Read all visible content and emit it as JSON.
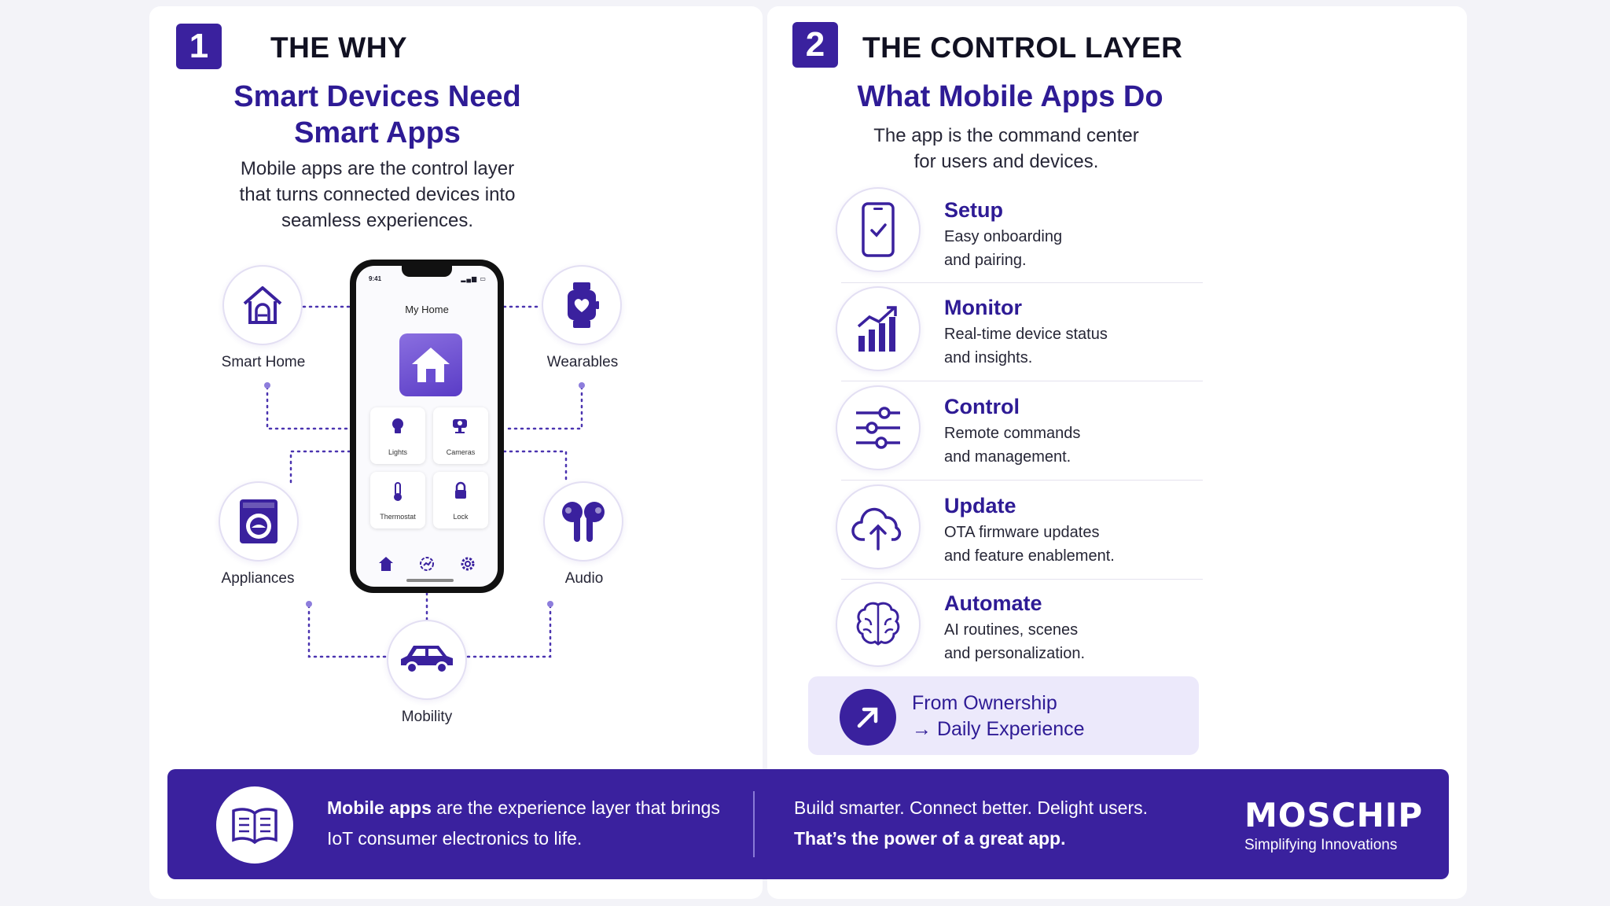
{
  "left": {
    "number": "1",
    "title": "THE WHY",
    "headline_1": "Smart Devices Need",
    "headline_2": "Smart Apps",
    "sub_1": "Mobile apps are the control layer",
    "sub_2": "that turns connected devices into",
    "sub_3": "seamless experiences.",
    "devices": [
      {
        "label": "Smart Home",
        "icon": "house-icon"
      },
      {
        "label": "Wearables",
        "icon": "smartwatch-icon"
      },
      {
        "label": "Appliances",
        "icon": "washing-machine-icon"
      },
      {
        "label": "Audio",
        "icon": "earbuds-icon"
      },
      {
        "label": "Mobility",
        "icon": "car-icon"
      }
    ],
    "phone": {
      "time": "9:41",
      "title": "My Home",
      "tiles": [
        "Lights",
        "Cameras",
        "Thermostat",
        "Lock"
      ]
    }
  },
  "right": {
    "number": "2",
    "title": "THE CONTROL LAYER",
    "headline": "What Mobile Apps Do",
    "sub_1": "The app is the command center",
    "sub_2": "for users and devices.",
    "features": [
      {
        "title": "Setup",
        "desc_1": "Easy onboarding",
        "desc_2": "and pairing.",
        "icon": "phone-check-icon"
      },
      {
        "title": "Monitor",
        "desc_1": "Real-time device status",
        "desc_2": "and insights.",
        "icon": "chart-growth-icon"
      },
      {
        "title": "Control",
        "desc_1": "Remote commands",
        "desc_2": "and management.",
        "icon": "sliders-icon"
      },
      {
        "title": "Update",
        "desc_1": "OTA firmware updates",
        "desc_2": "and feature enablement.",
        "icon": "cloud-upload-icon"
      },
      {
        "title": "Automate",
        "desc_1": "AI routines, scenes",
        "desc_2": "and personalization.",
        "icon": "brain-icon"
      }
    ],
    "callout_1": "From Ownership",
    "callout_2": "→ Daily Experience"
  },
  "footer": {
    "left_bold": "Mobile apps",
    "left_rest": " are the experience layer that brings",
    "left_2": "IoT consumer electronics to life.",
    "right_1": "Build smarter. Connect better. Delight users.",
    "right_2": "That’s the power of a great app.",
    "brand": "MOSCHIP",
    "tagline": "Simplifying Innovations"
  },
  "colors": {
    "accent": "#3a219e",
    "headline": "#2e1b95",
    "callout_bg": "#ece9fb"
  }
}
